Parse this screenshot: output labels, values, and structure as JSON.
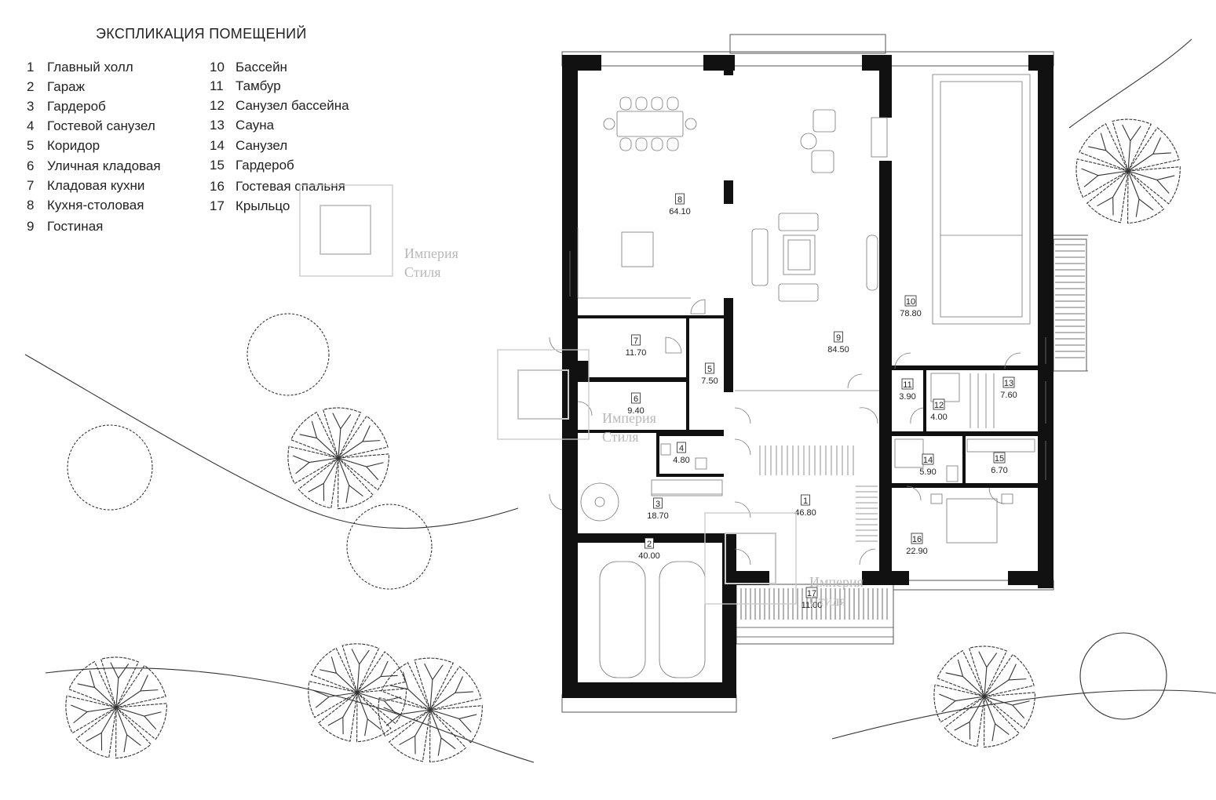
{
  "legend": {
    "title": "ЭКСПЛИКАЦИЯ ПОМЕЩЕНИЙ",
    "items": [
      {
        "num": "1",
        "name": "Главный холл"
      },
      {
        "num": "2",
        "name": "Гараж"
      },
      {
        "num": "3",
        "name": "Гардероб"
      },
      {
        "num": "4",
        "name": "Гостевой санузел"
      },
      {
        "num": "5",
        "name": "Коридор"
      },
      {
        "num": "6",
        "name": "Уличная кладовая"
      },
      {
        "num": "7",
        "name": "Кладовая кухни"
      },
      {
        "num": "8",
        "name": "Кухня-столовая"
      },
      {
        "num": "9",
        "name": "Гостиная"
      },
      {
        "num": "10",
        "name": "Бассейн"
      },
      {
        "num": "11",
        "name": "Тамбур"
      },
      {
        "num": "12",
        "name": "Санузел бассейна"
      },
      {
        "num": "13",
        "name": "Сауна"
      },
      {
        "num": "14",
        "name": "Санузел"
      },
      {
        "num": "15",
        "name": "Гардероб"
      },
      {
        "num": "16",
        "name": "Гостевая спальня"
      },
      {
        "num": "17",
        "name": "Крыльцо"
      }
    ]
  },
  "rooms": [
    {
      "num": "1",
      "area": "46.80"
    },
    {
      "num": "2",
      "area": "40.00"
    },
    {
      "num": "3",
      "area": "18.70"
    },
    {
      "num": "4",
      "area": "4.80"
    },
    {
      "num": "5",
      "area": "7.50"
    },
    {
      "num": "6",
      "area": "9.40"
    },
    {
      "num": "7",
      "area": "11.70"
    },
    {
      "num": "8",
      "area": "64.10"
    },
    {
      "num": "9",
      "area": "84.50"
    },
    {
      "num": "10",
      "area": "78.80"
    },
    {
      "num": "11",
      "area": "3.90"
    },
    {
      "num": "12",
      "area": "4.00"
    },
    {
      "num": "13",
      "area": "7.60"
    },
    {
      "num": "14",
      "area": "5.90"
    },
    {
      "num": "15",
      "area": "6.70"
    },
    {
      "num": "16",
      "area": "22.90"
    },
    {
      "num": "17",
      "area": "11.00"
    }
  ],
  "watermark": {
    "line1": "Империя",
    "line2": "Стиля"
  }
}
